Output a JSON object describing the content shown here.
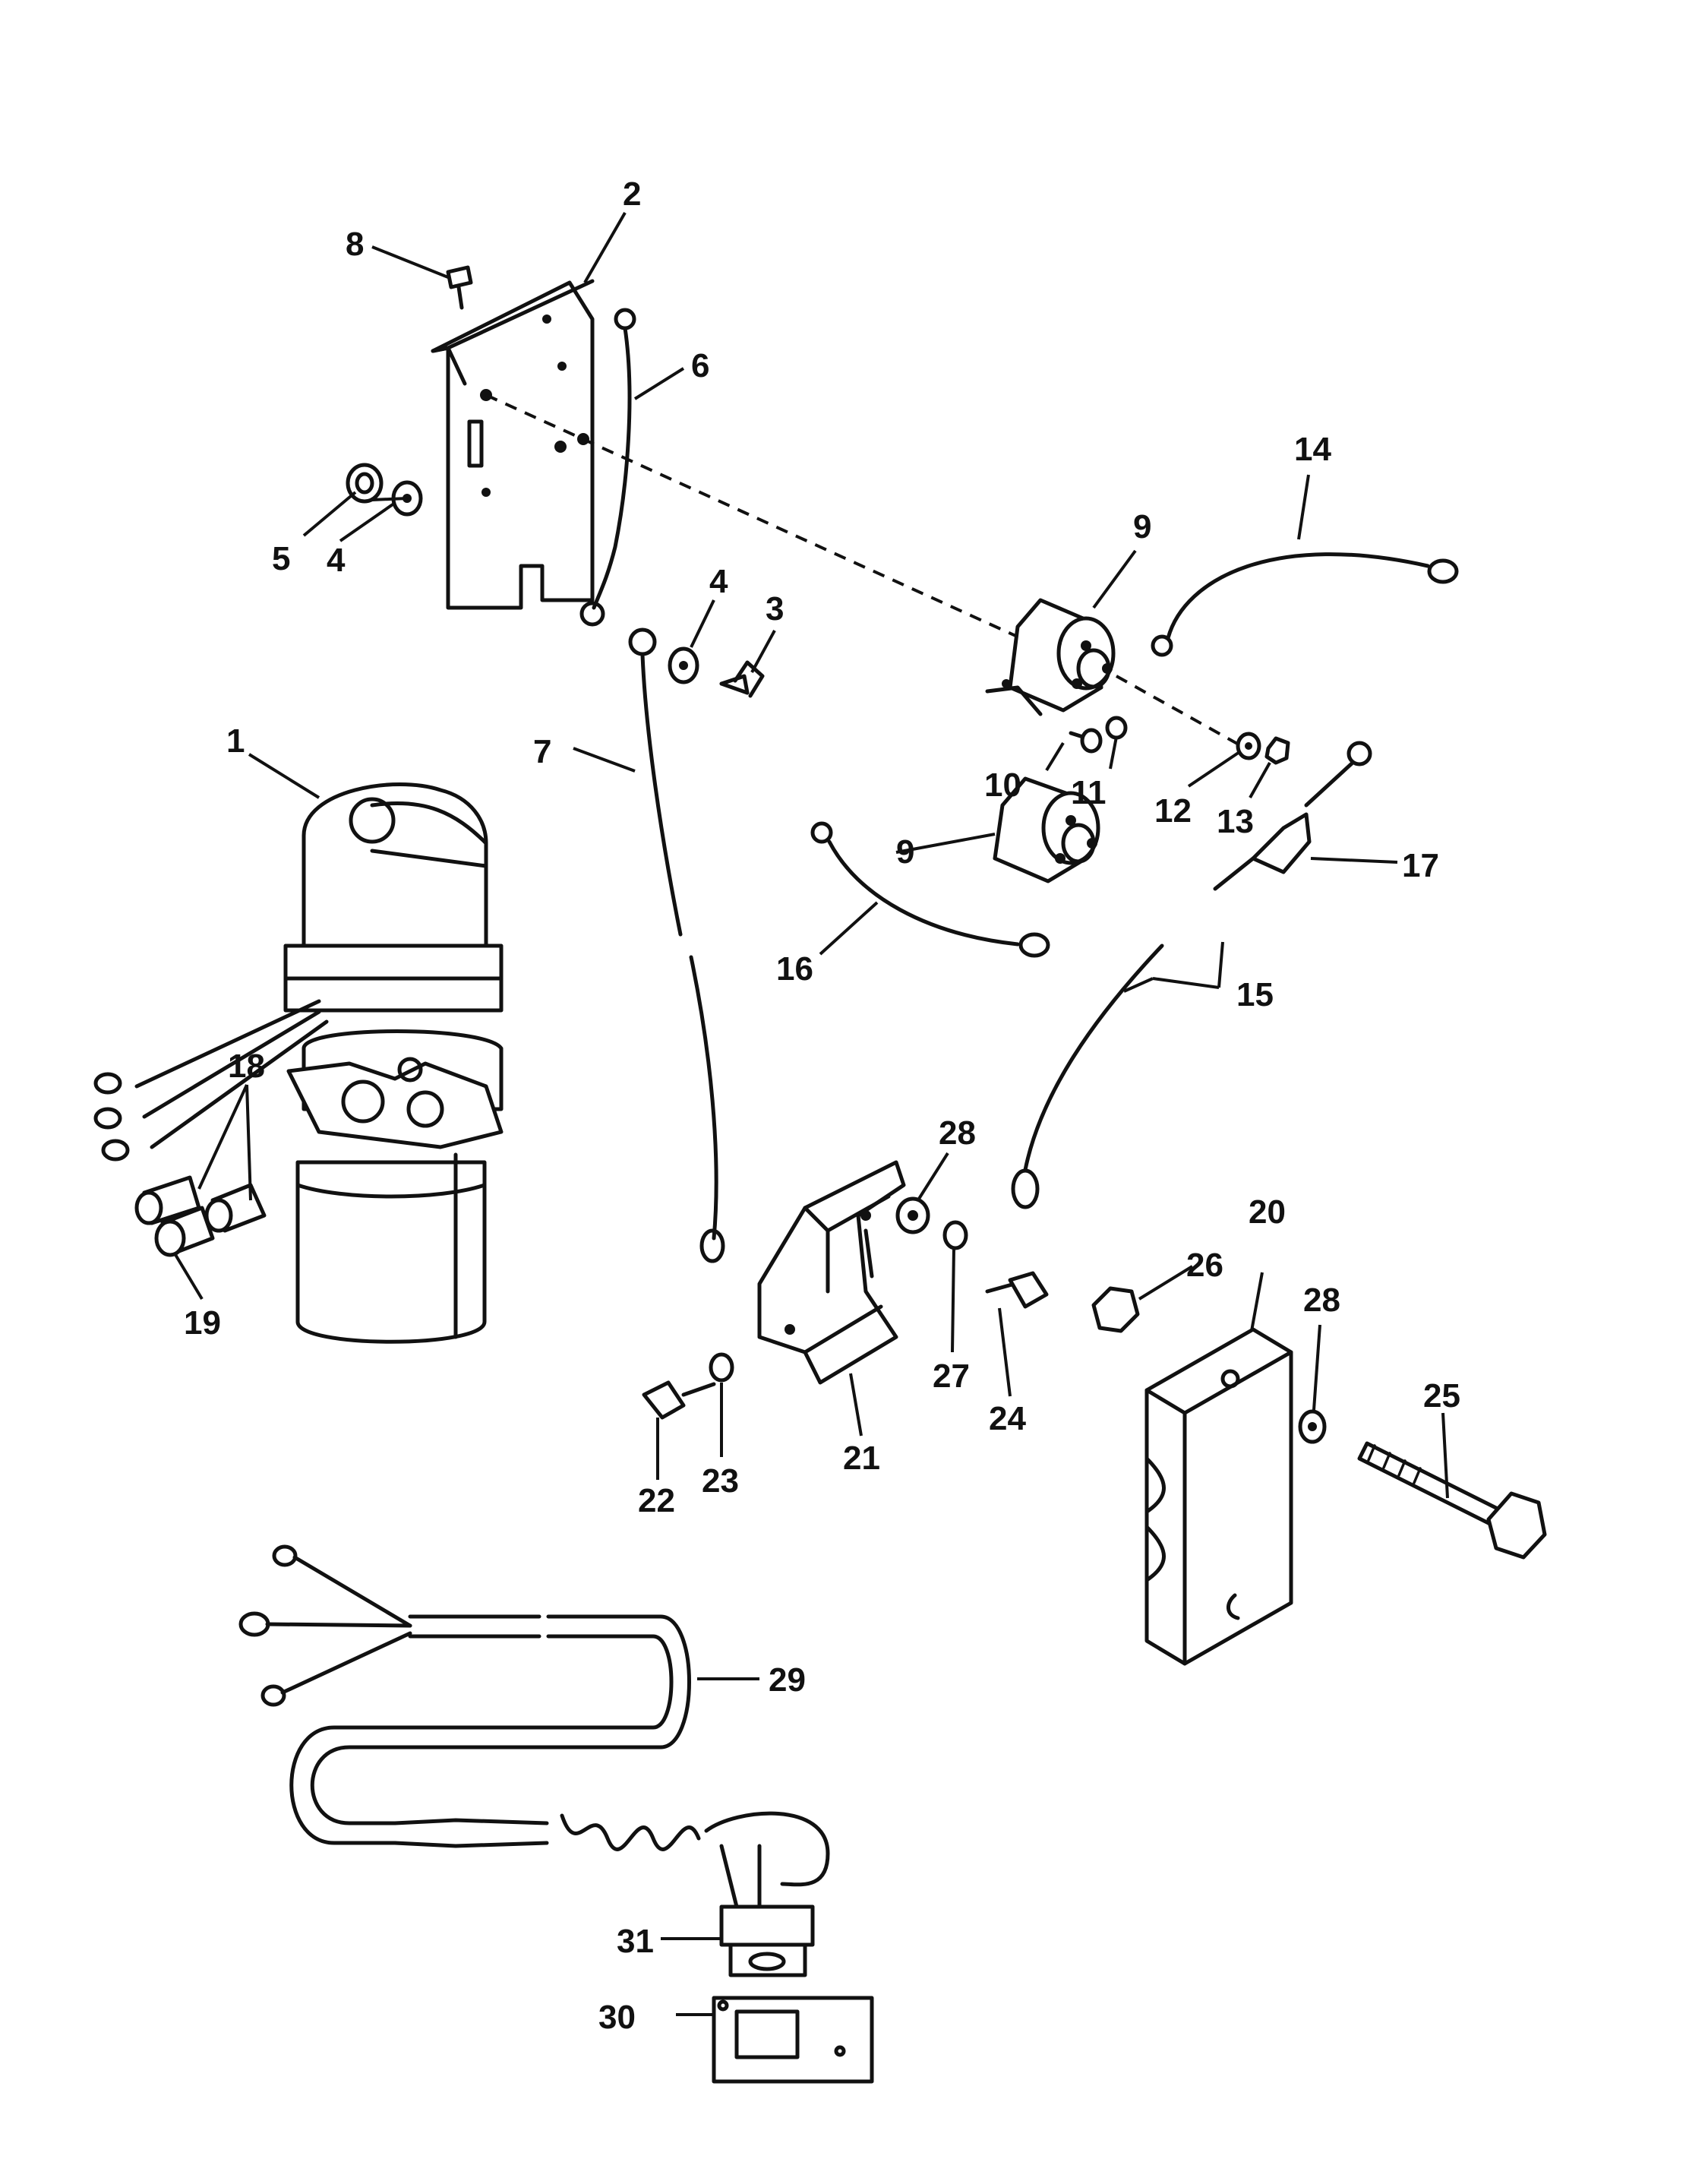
{
  "diagram": {
    "callouts": [
      {
        "id": "c1",
        "label": "1"
      },
      {
        "id": "c2",
        "label": "2"
      },
      {
        "id": "c3",
        "label": "3"
      },
      {
        "id": "c4a",
        "label": "4"
      },
      {
        "id": "c4b",
        "label": "4"
      },
      {
        "id": "c5",
        "label": "5"
      },
      {
        "id": "c6",
        "label": "6"
      },
      {
        "id": "c7",
        "label": "7"
      },
      {
        "id": "c8",
        "label": "8"
      },
      {
        "id": "c9a",
        "label": "9"
      },
      {
        "id": "c9b",
        "label": "9"
      },
      {
        "id": "c10",
        "label": "10"
      },
      {
        "id": "c11",
        "label": "11"
      },
      {
        "id": "c12",
        "label": "12"
      },
      {
        "id": "c13",
        "label": "13"
      },
      {
        "id": "c14",
        "label": "14"
      },
      {
        "id": "c15",
        "label": "15"
      },
      {
        "id": "c16",
        "label": "16"
      },
      {
        "id": "c17",
        "label": "17"
      },
      {
        "id": "c18",
        "label": "18"
      },
      {
        "id": "c19",
        "label": "19"
      },
      {
        "id": "c20",
        "label": "20"
      },
      {
        "id": "c21",
        "label": "21"
      },
      {
        "id": "c22",
        "label": "22"
      },
      {
        "id": "c23",
        "label": "23"
      },
      {
        "id": "c24",
        "label": "24"
      },
      {
        "id": "c25",
        "label": "25"
      },
      {
        "id": "c26",
        "label": "26"
      },
      {
        "id": "c27",
        "label": "27"
      },
      {
        "id": "c28a",
        "label": "28"
      },
      {
        "id": "c28b",
        "label": "28"
      },
      {
        "id": "c29",
        "label": "29"
      },
      {
        "id": "c30",
        "label": "30"
      },
      {
        "id": "c31",
        "label": "31"
      }
    ]
  }
}
